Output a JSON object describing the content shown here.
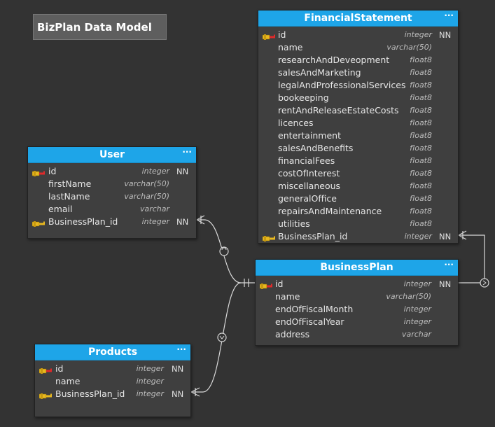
{
  "diagram_title": "BizPlan Data Model",
  "entities": {
    "financial_statement": {
      "name": "FinancialStatement",
      "menu": "···",
      "columns": [
        {
          "name": "id",
          "type": "integer",
          "nn": "NN",
          "key": "pk"
        },
        {
          "name": "name",
          "type": "varchar(50)",
          "nn": "",
          "key": ""
        },
        {
          "name": "researchAndDeveopment",
          "type": "float8",
          "nn": "",
          "key": ""
        },
        {
          "name": "salesAndMarketing",
          "type": "float8",
          "nn": "",
          "key": ""
        },
        {
          "name": "legalAndProfessionalServices",
          "type": "float8",
          "nn": "",
          "key": ""
        },
        {
          "name": "bookeeping",
          "type": "float8",
          "nn": "",
          "key": ""
        },
        {
          "name": "rentAndReleaseEstateCosts",
          "type": "float8",
          "nn": "",
          "key": ""
        },
        {
          "name": "licences",
          "type": "float8",
          "nn": "",
          "key": ""
        },
        {
          "name": "entertainment",
          "type": "float8",
          "nn": "",
          "key": ""
        },
        {
          "name": "salesAndBenefits",
          "type": "float8",
          "nn": "",
          "key": ""
        },
        {
          "name": "financialFees",
          "type": "float8",
          "nn": "",
          "key": ""
        },
        {
          "name": "costOfInterest",
          "type": "float8",
          "nn": "",
          "key": ""
        },
        {
          "name": "miscellaneous",
          "type": "float8",
          "nn": "",
          "key": ""
        },
        {
          "name": "generalOffice",
          "type": "float8",
          "nn": "",
          "key": ""
        },
        {
          "name": "repairsAndMaintenance",
          "type": "float8",
          "nn": "",
          "key": ""
        },
        {
          "name": "utilities",
          "type": "float8",
          "nn": "",
          "key": ""
        },
        {
          "name": "BusinessPlan_id",
          "type": "integer",
          "nn": "NN",
          "key": "fk"
        }
      ]
    },
    "user": {
      "name": "User",
      "menu": "···",
      "columns": [
        {
          "name": "id",
          "type": "integer",
          "nn": "NN",
          "key": "pk"
        },
        {
          "name": "firstName",
          "type": "varchar(50)",
          "nn": "",
          "key": ""
        },
        {
          "name": "lastName",
          "type": "varchar(50)",
          "nn": "",
          "key": ""
        },
        {
          "name": "email",
          "type": "varchar",
          "nn": "",
          "key": ""
        },
        {
          "name": "BusinessPlan_id",
          "type": "integer",
          "nn": "NN",
          "key": "fk"
        }
      ]
    },
    "business_plan": {
      "name": "BusinessPlan",
      "menu": "···",
      "columns": [
        {
          "name": "id",
          "type": "integer",
          "nn": "NN",
          "key": "pk"
        },
        {
          "name": "name",
          "type": "varchar(50)",
          "nn": "",
          "key": ""
        },
        {
          "name": "endOfFiscalMonth",
          "type": "integer",
          "nn": "",
          "key": ""
        },
        {
          "name": "endOfFiscalYear",
          "type": "integer",
          "nn": "",
          "key": ""
        },
        {
          "name": "address",
          "type": "varchar",
          "nn": "",
          "key": ""
        }
      ]
    },
    "products": {
      "name": "Products",
      "menu": "···",
      "columns": [
        {
          "name": "id",
          "type": "integer",
          "nn": "NN",
          "key": "pk"
        },
        {
          "name": "name",
          "type": "integer",
          "nn": "",
          "key": ""
        },
        {
          "name": "BusinessPlan_id",
          "type": "integer",
          "nn": "NN",
          "key": "fk"
        }
      ]
    }
  },
  "colors": {
    "canvas": "#333333",
    "header": "#1ea5e8",
    "body": "#3f3f3f",
    "connector": "#d8d8d8",
    "key_gold": "#e8b820",
    "key_red": "#e02a2a"
  },
  "icons": {
    "primary_key": "pk-key-icon",
    "foreign_key": "fk-key-icon",
    "menu": "dots-menu-icon"
  }
}
